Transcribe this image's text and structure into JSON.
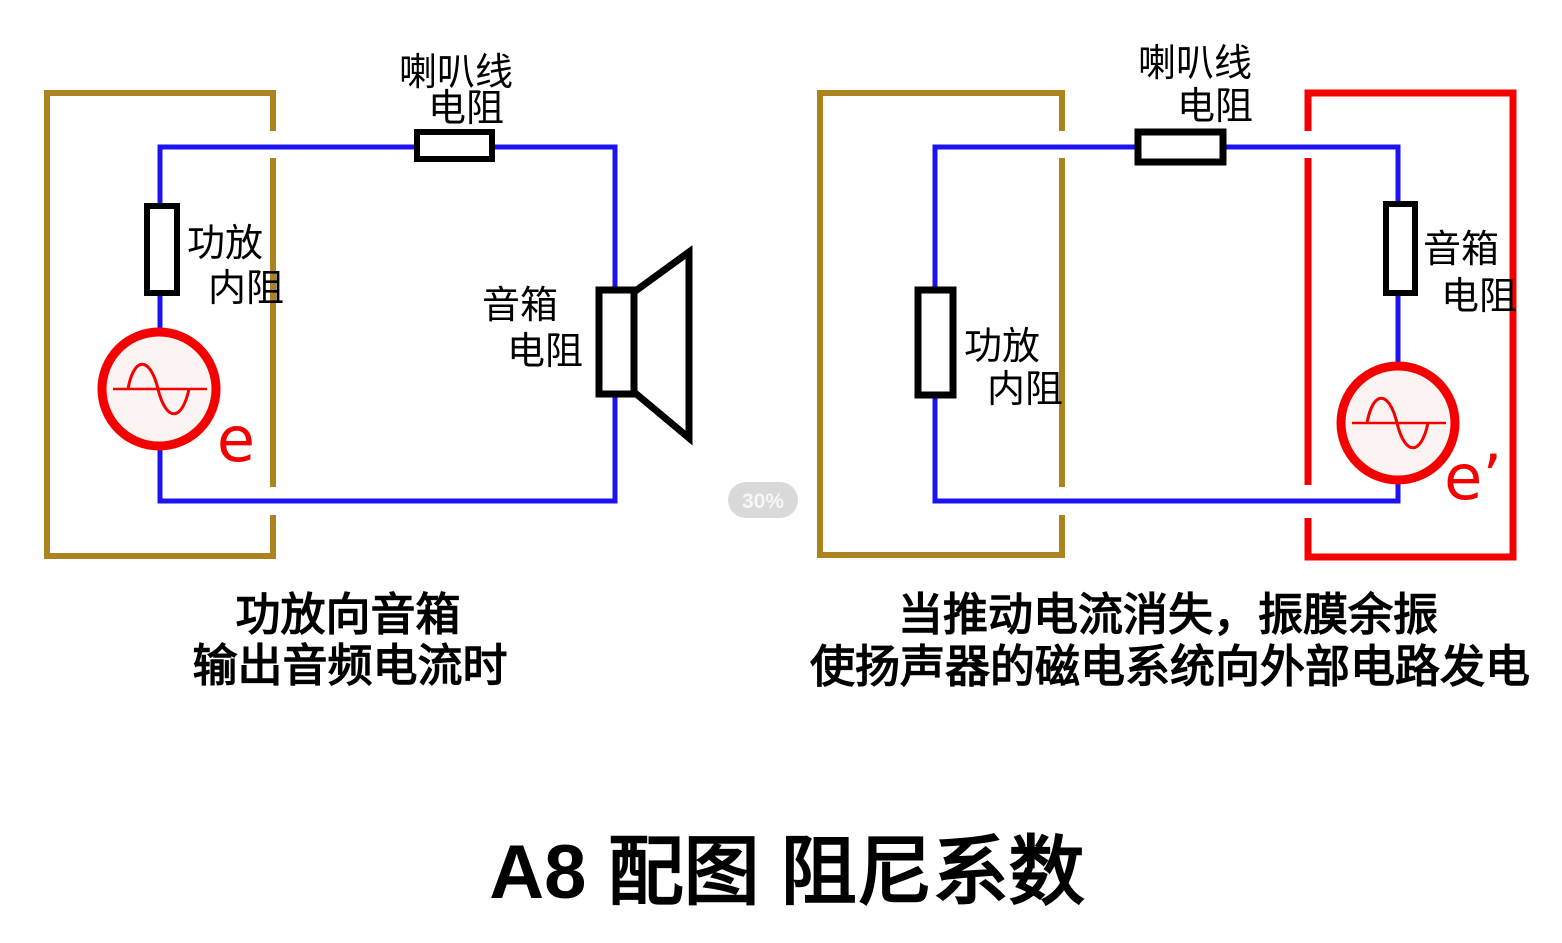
{
  "title": "A8 配图 阻尼系数",
  "zoom_badge": "30%",
  "colors": {
    "wire_blue": "#1c13f0",
    "amp_gold": "#ad831f",
    "box_red": "#f50000",
    "source_red": "#f50000",
    "source_fill": "#fbf2f2",
    "badge_gray": "#d9d9d9"
  },
  "left": {
    "caption1": "功放向音箱",
    "caption2": "输出音频电流时",
    "amp_res1": "功放",
    "amp_res2": "内阻",
    "wire_res1": "喇叭线",
    "wire_res2": "电阻",
    "spk_res1": "音箱",
    "spk_res2": "电阻",
    "source": "e"
  },
  "right": {
    "caption1": "当推动电流消失，振膜余振",
    "caption2": "使扬声器的磁电系统向外部电路发电",
    "amp_res1": "功放",
    "amp_res2": "内阻",
    "wire_res1": "喇叭线",
    "wire_res2": "电阻",
    "spk_res1": "音箱",
    "spk_res2": "电阻",
    "source": "e’"
  }
}
